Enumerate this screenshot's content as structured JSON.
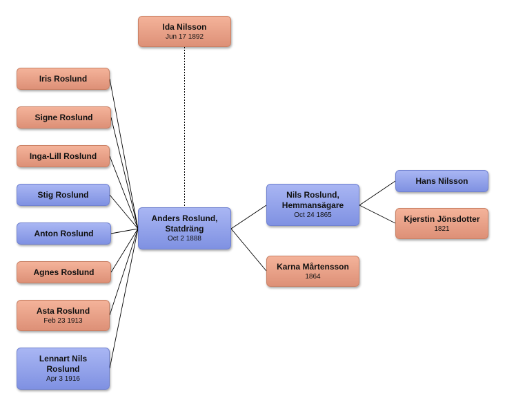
{
  "nodes": [
    {
      "id": "ida",
      "name": "Ida Nilsson",
      "date": "Jun 17 1892",
      "gender": "female"
    },
    {
      "id": "iris",
      "name": "Iris Roslund",
      "date": "",
      "gender": "female"
    },
    {
      "id": "signe",
      "name": "Signe Roslund",
      "date": "",
      "gender": "female"
    },
    {
      "id": "inga",
      "name": "Inga-Lill Roslund",
      "date": "",
      "gender": "female"
    },
    {
      "id": "stig",
      "name": "Stig Roslund",
      "date": "",
      "gender": "male"
    },
    {
      "id": "anton",
      "name": "Anton Roslund",
      "date": "",
      "gender": "male"
    },
    {
      "id": "agnes",
      "name": "Agnes Roslund",
      "date": "",
      "gender": "female"
    },
    {
      "id": "asta",
      "name": "Asta Roslund",
      "date": "Feb 23 1913",
      "gender": "female"
    },
    {
      "id": "lennart",
      "name": "Lennart Nils\nRoslund",
      "date": "Apr 3 1916",
      "gender": "male"
    },
    {
      "id": "anders",
      "name": "Anders Roslund,\nStatdräng",
      "date": "Oct 2 1888",
      "gender": "male"
    },
    {
      "id": "nils",
      "name": "Nils Roslund,\nHemmansägare",
      "date": "Oct 24 1865",
      "gender": "male"
    },
    {
      "id": "karna",
      "name": "Karna Mårtensson",
      "date": "1864",
      "gender": "female"
    },
    {
      "id": "hans",
      "name": "Hans Nilsson",
      "date": "",
      "gender": "male"
    },
    {
      "id": "kjerstin",
      "name": "Kjerstin Jönsdotter",
      "date": "1821",
      "gender": "female"
    }
  ],
  "edges": [
    {
      "from": "iris",
      "to": "anders",
      "style": "solid"
    },
    {
      "from": "signe",
      "to": "anders",
      "style": "solid"
    },
    {
      "from": "inga",
      "to": "anders",
      "style": "solid"
    },
    {
      "from": "stig",
      "to": "anders",
      "style": "solid"
    },
    {
      "from": "anton",
      "to": "anders",
      "style": "solid"
    },
    {
      "from": "agnes",
      "to": "anders",
      "style": "solid"
    },
    {
      "from": "asta",
      "to": "anders",
      "style": "solid"
    },
    {
      "from": "lennart",
      "to": "anders",
      "style": "solid"
    },
    {
      "from": "ida",
      "to": "anders",
      "style": "dashed"
    },
    {
      "from": "anders",
      "to": "nils",
      "style": "solid"
    },
    {
      "from": "anders",
      "to": "karna",
      "style": "solid"
    },
    {
      "from": "nils",
      "to": "hans",
      "style": "solid"
    },
    {
      "from": "nils",
      "to": "kjerstin",
      "style": "solid"
    }
  ],
  "colors": {
    "male": "#8e9fe9",
    "female": "#eaa286",
    "line": "#000000"
  }
}
